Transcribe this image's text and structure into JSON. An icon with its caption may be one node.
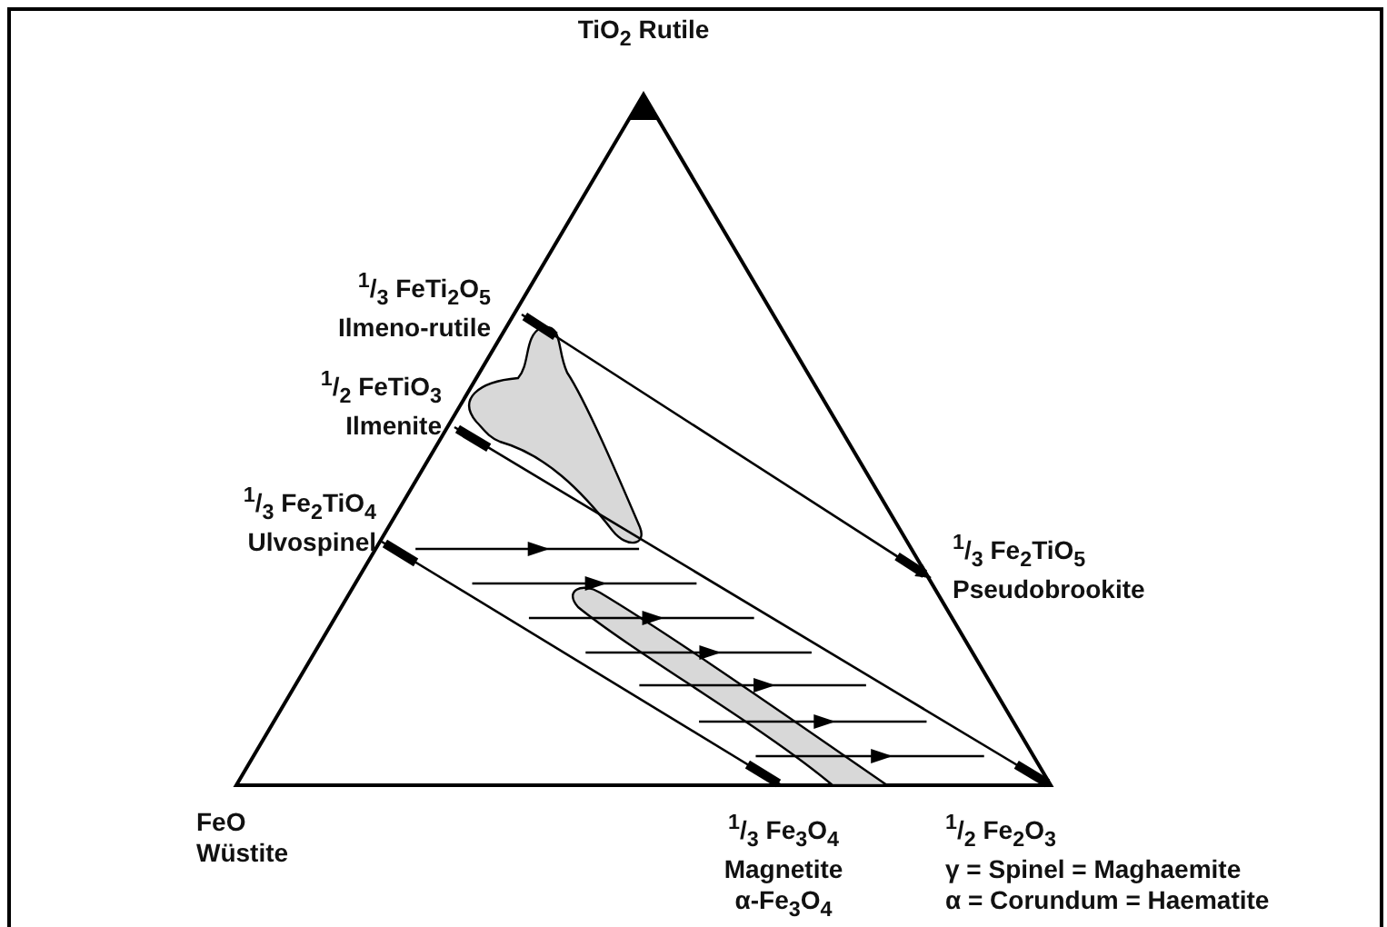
{
  "diagram": {
    "nodes": [
      {
        "text": [
          "TiO$_{2}$ Rutile"
        ]
      },
      {
        "text": [
          "$^{1}$/$_{3}$ FeTi$_{2}$O$_{5}$",
          "Ilmeno-rutile"
        ]
      },
      {
        "text": [
          "$^{1}$/$_{2}$ FeTiO$_{3}$",
          "Ilmenite"
        ]
      },
      {
        "text": [
          "$^{1}$/$_{3}$ Fe$_{2}$TiO$_{4}$",
          "Ulvospinel"
        ]
      },
      {
        "text": [
          "$^{1}$/$_{3}$ Fe$_{2}$TiO$_{5}$",
          "Pseudobrookite"
        ]
      },
      {
        "text": [
          "FeO",
          "Wüstite"
        ]
      },
      {
        "text": [
          "$^{1}$/$_{3}$ Fe$_{3}$O$_{4}$",
          "Magnetite",
          "α-Fe$_{3}$O$_{4}$"
        ]
      },
      {
        "text": [
          "$^{1}$/$_{2}$ Fe$_{2}$O$_{3}$",
          "γ = Spinel = Maghaemite",
          "α = Corundum = Haematite"
        ]
      }
    ],
    "edges": [
      {
        "from": 1,
        "to": 4,
        "arrow": "to"
      },
      {
        "from": 2,
        "to": 7,
        "arrow": "none"
      },
      {
        "from": 3,
        "to": 6,
        "arrow": "none"
      }
    ]
  }
}
